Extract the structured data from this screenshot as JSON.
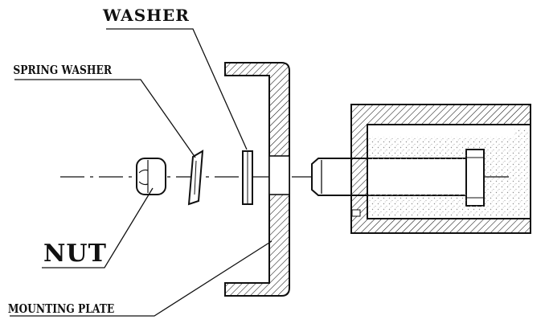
{
  "labels": {
    "washer": "WASHER",
    "spring_washer": "SPRING WASHER",
    "nut": "NUT",
    "mounting_plate": "MOUNTING PLATE"
  },
  "colors": {
    "ink": "#111111",
    "background": "#ffffff",
    "stipple": "#9a9a9a"
  }
}
